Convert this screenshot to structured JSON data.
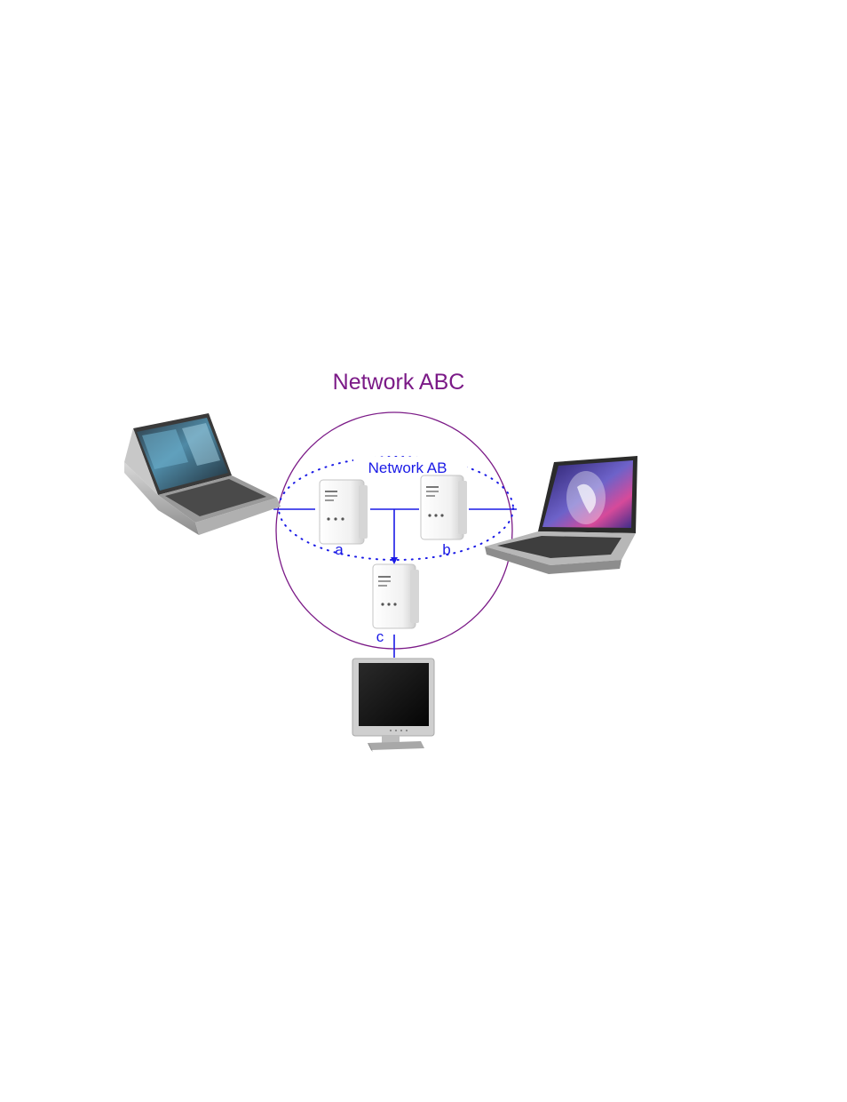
{
  "diagram": {
    "outer_network_label": "Network ABC",
    "inner_network_label": "Network AB",
    "adapters": [
      {
        "id": "a",
        "label": "a"
      },
      {
        "id": "b",
        "label": "b"
      },
      {
        "id": "c",
        "label": "c"
      }
    ],
    "devices": [
      {
        "id": "laptop-left",
        "icon": "laptop-icon"
      },
      {
        "id": "laptop-right",
        "icon": "laptop-icon"
      },
      {
        "id": "monitor",
        "icon": "monitor-icon"
      }
    ],
    "colors": {
      "outer_network": "#7b1a87",
      "inner_network": "#1a1ae6",
      "links": "#1a1ae6"
    }
  }
}
